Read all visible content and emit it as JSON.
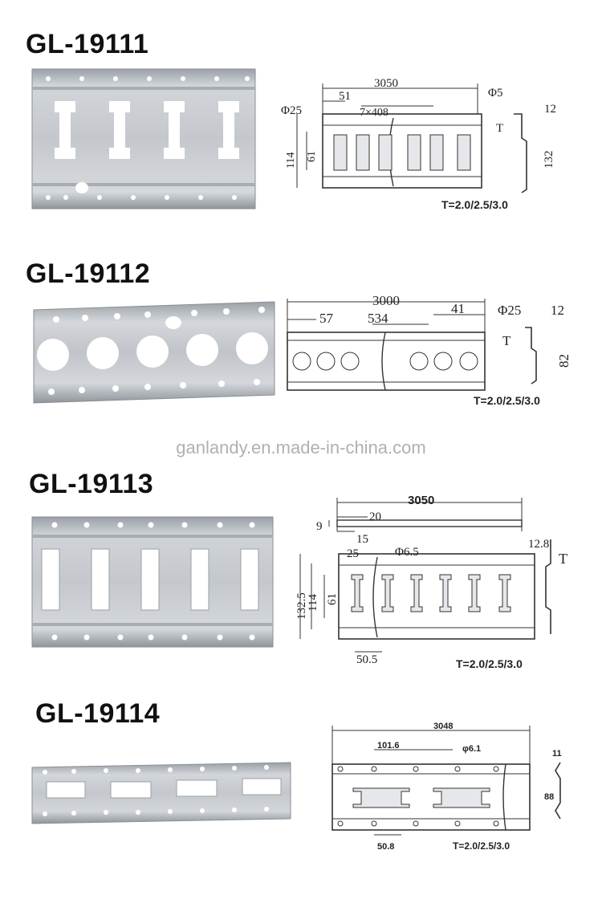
{
  "watermark": "ganlandy.en.made-in-china.com",
  "products": [
    {
      "title": "GL-19111",
      "drawing": {
        "length": "3050",
        "offset": "51",
        "pitch": "7×408",
        "hole_dia": "Φ5",
        "big_dia": "Φ25",
        "height": "114",
        "slot_h": "61",
        "t_label": "T",
        "edge": "12",
        "profile_h": "132",
        "thickness": "T=2.0/2.5/3.0"
      }
    },
    {
      "title": "GL-19112",
      "drawing": {
        "length": "3000",
        "offset": "57",
        "pitch": "534",
        "end": "41",
        "big_dia": "Φ25",
        "t_label": "T",
        "edge": "12",
        "profile_h": "82",
        "thickness": "T=2.0/2.5/3.0"
      }
    },
    {
      "title": "GL-19113",
      "drawing": {
        "length": "3050",
        "offset": "20",
        "step": "15",
        "depth": "9",
        "slot_w": "25",
        "hole_dia": "Φ6.5",
        "total_h": "132.5",
        "height": "114",
        "slot_h": "61",
        "pitch": "50.5",
        "edge": "12.8",
        "t_label": "T",
        "thickness": "T=2.0/2.5/3.0"
      }
    },
    {
      "title": "GL-19114",
      "drawing": {
        "length": "3048",
        "pitch": "101.6",
        "hole_dia": "φ6.1",
        "edge": "11",
        "height": "88",
        "hole_pitch": "50.8",
        "thickness": "T=2.0/2.5/3.0"
      }
    }
  ]
}
